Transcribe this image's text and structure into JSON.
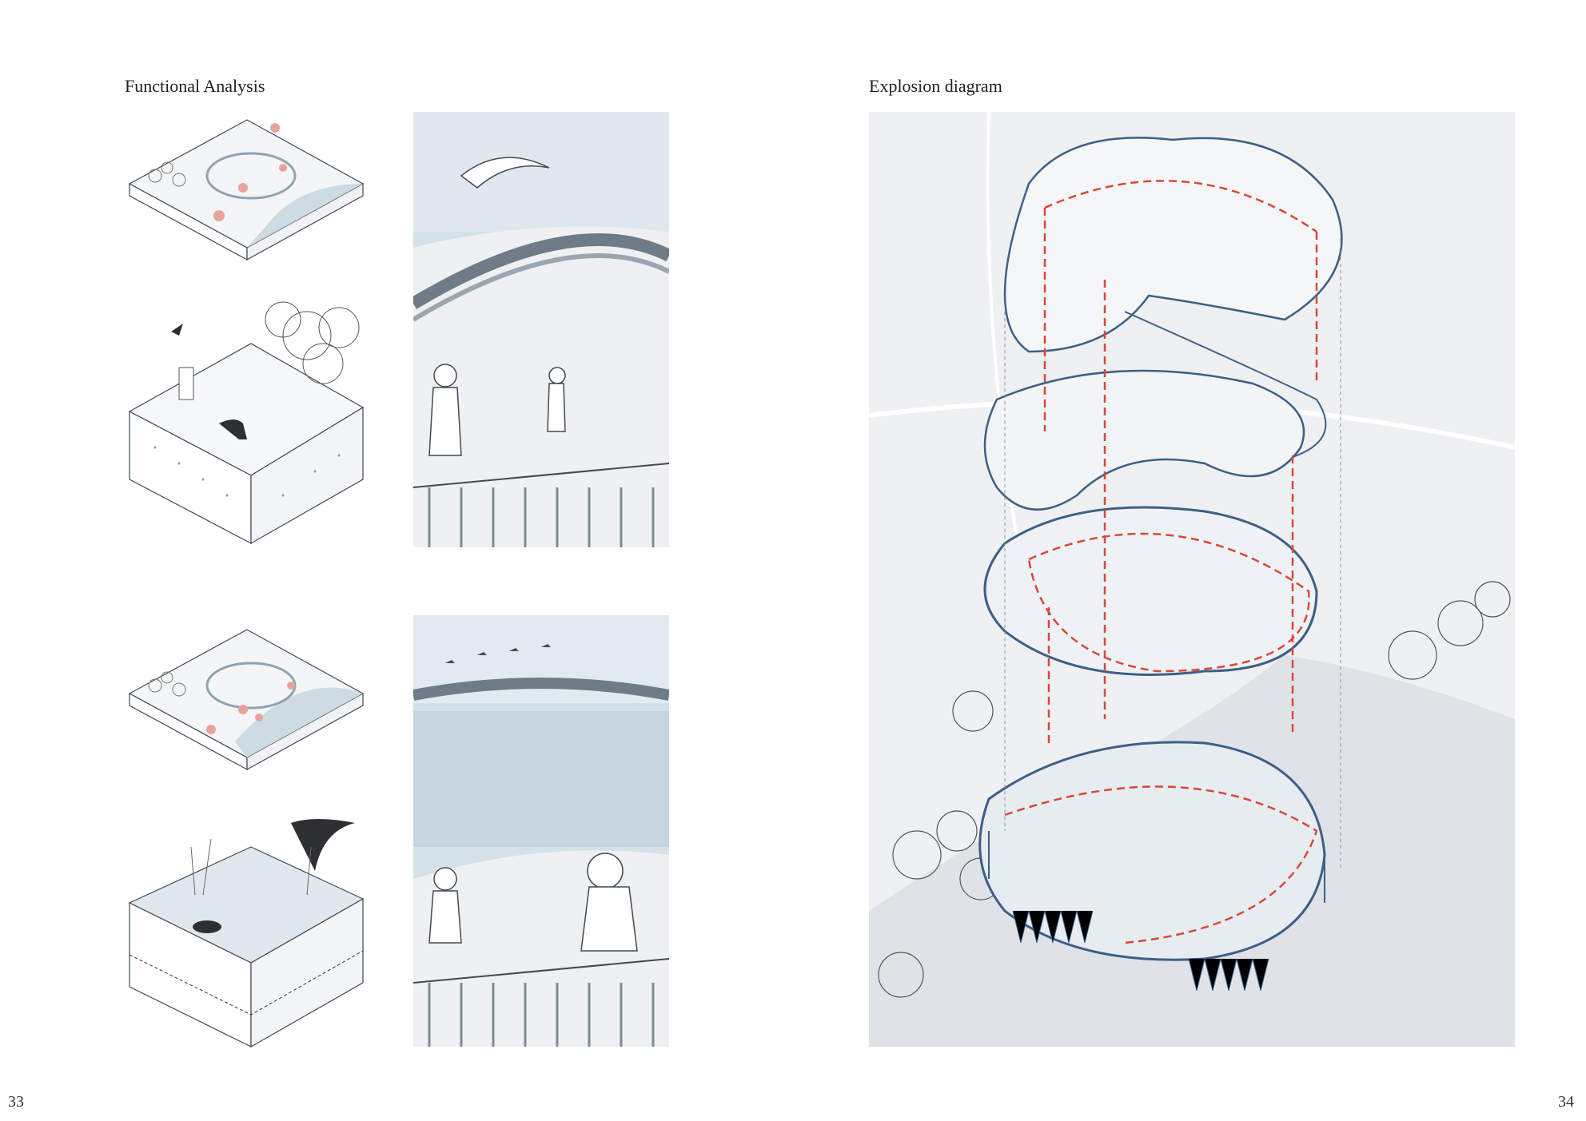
{
  "left_page": {
    "heading": "Functional Analysis",
    "page_number": "33"
  },
  "right_page": {
    "heading": "Explosion diagram",
    "page_number": "34"
  },
  "colors": {
    "water": "#c9d8e1",
    "sky": "#d4e1e8",
    "line": "#3f4a55",
    "accent_red": "#d9473a",
    "pink": "#e8a49c",
    "structure_blue": "#3d5f86",
    "ground": "#eef0f2"
  }
}
